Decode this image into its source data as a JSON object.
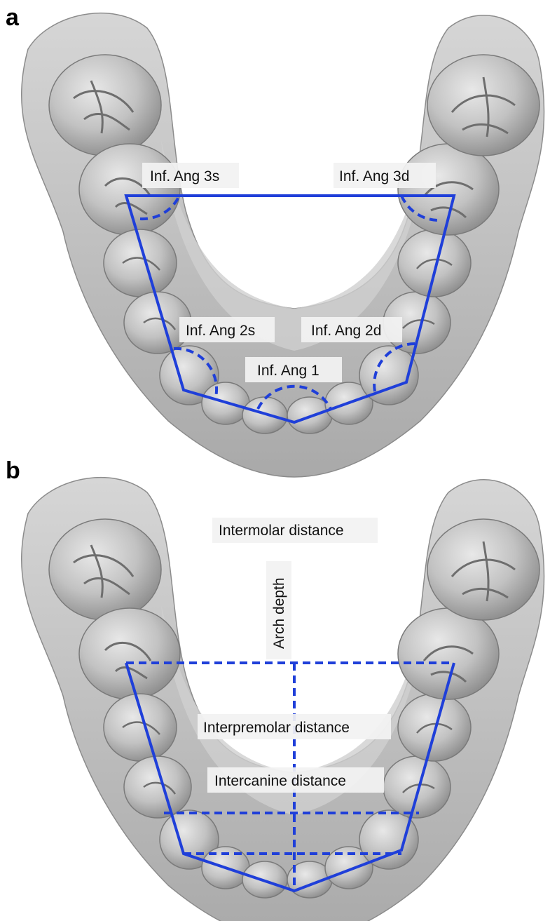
{
  "panels": [
    {
      "letter": "a",
      "labels": {
        "ang3s": "Inf. Ang 3s",
        "ang3d": "Inf. Ang 3d",
        "ang2s": "Inf. Ang 2s",
        "ang2d": "Inf. Ang 2d",
        "ang1": "Inf. Ang 1"
      }
    },
    {
      "letter": "b",
      "labels": {
        "intermolar": "Intermolar distance",
        "arch_depth": "Arch depth",
        "interpremolar": "Interpremolar distance",
        "intercanine": "Intercanine distance"
      }
    }
  ],
  "colors": {
    "annotation_blue": "#1f3fd9",
    "label_background": "#f2f2f2",
    "dental_cast": "#b9b9b9"
  }
}
